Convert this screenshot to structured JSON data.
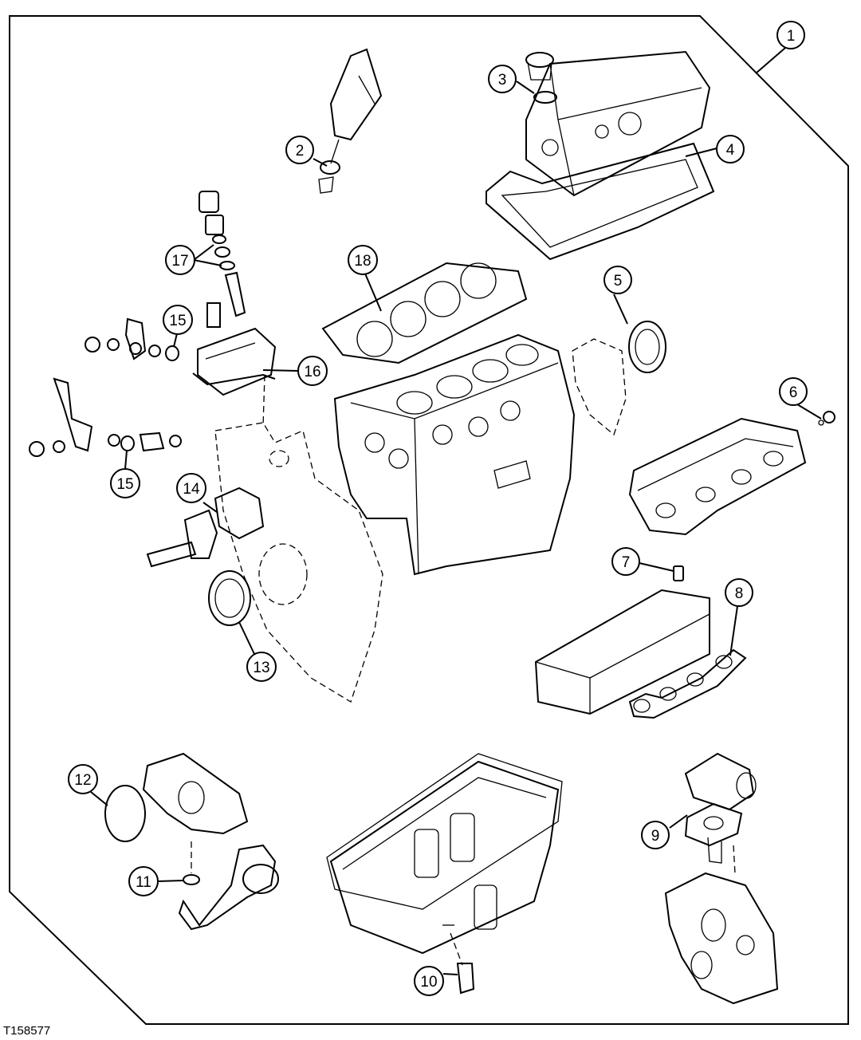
{
  "figure_id": "T158577",
  "callouts": [
    "1",
    "2",
    "3",
    "4",
    "5",
    "6",
    "7",
    "8",
    "9",
    "10",
    "11",
    "12",
    "13",
    "14",
    "15",
    "15",
    "16",
    "17",
    "18"
  ]
}
